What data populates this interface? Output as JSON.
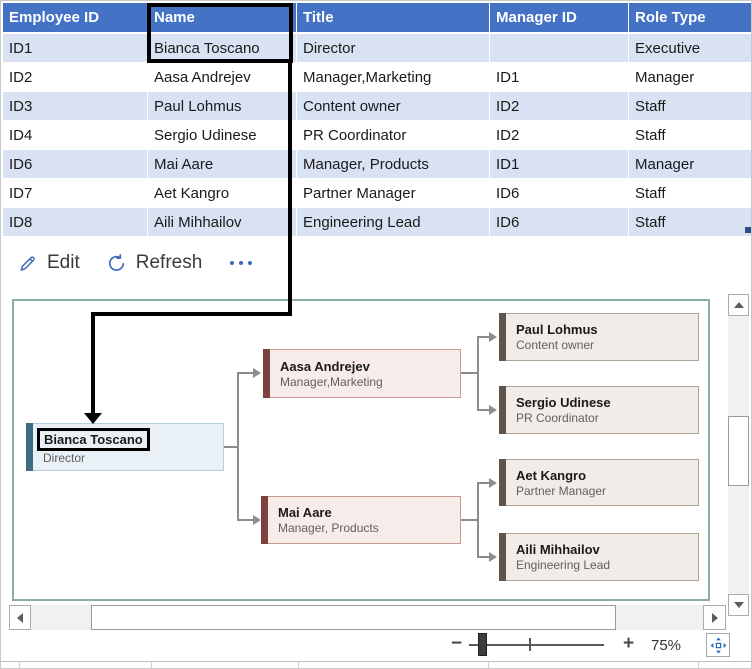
{
  "table": {
    "columns": [
      "Employee ID",
      "Name",
      "Title",
      "Manager ID",
      "Role Type"
    ],
    "rows": [
      [
        "ID1",
        "Bianca Toscano",
        "Director",
        "",
        "Executive"
      ],
      [
        "ID2",
        "Aasa Andrejev",
        "Manager,Marketing",
        "ID1",
        "Manager"
      ],
      [
        "ID3",
        "Paul Lohmus",
        "Content owner",
        "ID2",
        "Staff"
      ],
      [
        "ID4",
        "Sergio Udinese",
        "PR Coordinator",
        "ID2",
        "Staff"
      ],
      [
        "ID6",
        "Mai Aare",
        "Manager, Products",
        "ID1",
        "Manager"
      ],
      [
        "ID7",
        "Aet Kangro",
        "Partner Manager",
        "ID6",
        "Staff"
      ],
      [
        "ID8",
        "Aili Mihhailov",
        "Engineering Lead",
        "ID6",
        "Staff"
      ]
    ]
  },
  "toolbar": {
    "edit_label": "Edit",
    "refresh_label": "Refresh"
  },
  "org_chart": {
    "nodes": [
      {
        "name": "Bianca Toscano",
        "title": "Director",
        "role": "executive",
        "highlighted": true
      },
      {
        "name": "Aasa Andrejev",
        "title": "Manager,Marketing",
        "role": "manager"
      },
      {
        "name": "Mai Aare",
        "title": "Manager, Products",
        "role": "manager"
      },
      {
        "name": "Paul Lohmus",
        "title": "Content owner",
        "role": "staff"
      },
      {
        "name": "Sergio Udinese",
        "title": "PR Coordinator",
        "role": "staff"
      },
      {
        "name": "Aet Kangro",
        "title": "Partner Manager",
        "role": "staff"
      },
      {
        "name": "Aili Mihhailov",
        "title": "Engineering Lead",
        "role": "staff"
      }
    ]
  },
  "zoom_bar": {
    "minus": "−",
    "plus": "+",
    "zoom_level": "75%"
  },
  "icons": {
    "edit": "pencil-icon",
    "refresh": "refresh-icon",
    "more": "ellipsis-icon",
    "fit": "fit-to-window-icon"
  },
  "colors": {
    "header_blue": "#4472C4",
    "band_blue": "#D9E2F3",
    "icon_blue": "#4169B8",
    "frame_teal": "#8AAF9F",
    "executive_bar": "#3E6B82",
    "manager_bar": "#7A433E",
    "staff_bar": "#5E544B",
    "annotation": "#000000"
  }
}
